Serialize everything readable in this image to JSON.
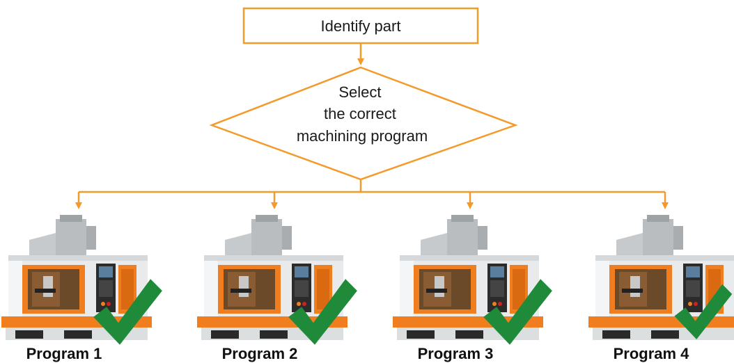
{
  "flow": {
    "start_box": {
      "label": "Identify part"
    },
    "decision": {
      "lines": [
        "Select",
        "the correct",
        "machining program"
      ]
    }
  },
  "programs": [
    {
      "label": "Program 1"
    },
    {
      "label": "Program 2"
    },
    {
      "label": "Program 3"
    },
    {
      "label": "Program 4"
    }
  ],
  "icons": {
    "machine": "cnc-machine-icon",
    "check": "checkmark-icon"
  },
  "colors": {
    "accent": "#f39a2b",
    "check": "#1f8a3a",
    "machine_orange": "#f07d1e",
    "machine_gray": "#cfd2d4"
  }
}
